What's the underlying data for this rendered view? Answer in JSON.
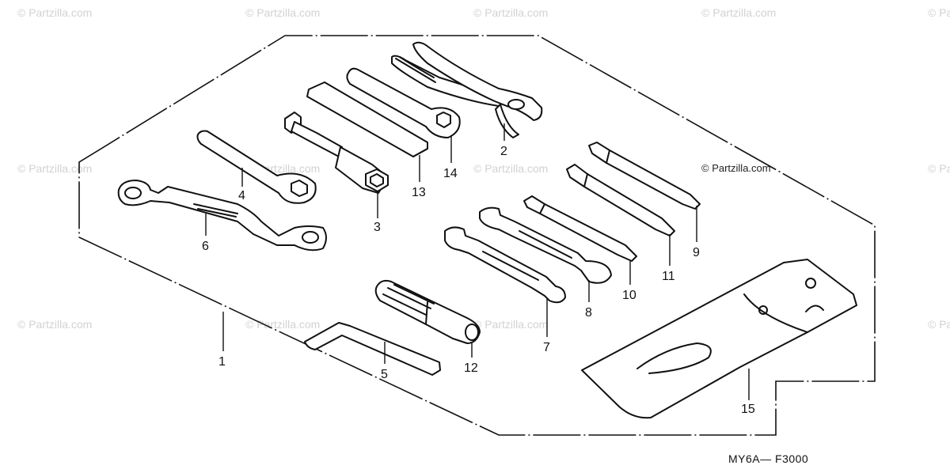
{
  "watermark": "© Partzilla.com",
  "diagram_code": "MY6A— F3000",
  "callouts": [
    "1",
    "2",
    "3",
    "4",
    "5",
    "6",
    "7",
    "8",
    "9",
    "10",
    "11",
    "12",
    "13",
    "14",
    "15"
  ]
}
